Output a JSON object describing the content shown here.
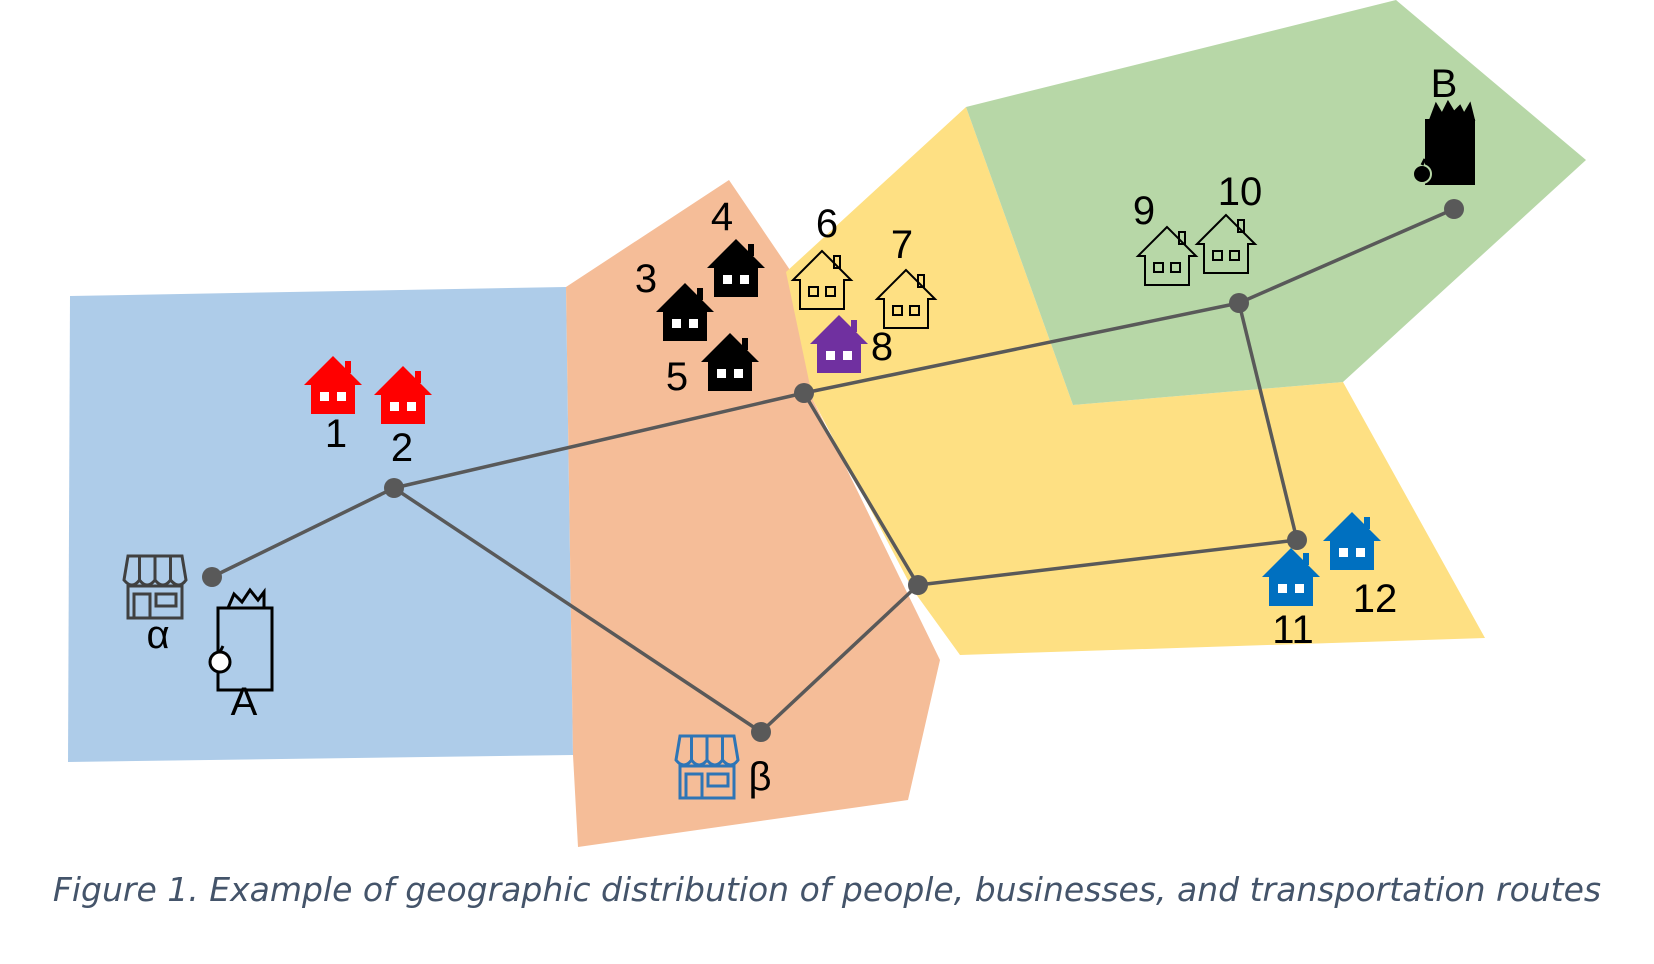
{
  "colors": {
    "region_blue": "#aecce9",
    "region_orange": "#f5bd98",
    "region_yellow": "#fee083",
    "region_green": "#b7d7a7",
    "route": "#595959",
    "house_red": "#ff0000",
    "house_black": "#000000",
    "house_outline": "#000000",
    "house_purple": "#7030a0",
    "house_blue": "#0070c0",
    "store_outline": "#404040",
    "store_beta_outline": "#2e75b6",
    "caption": "#44546a"
  },
  "houses": [
    {
      "label": "1",
      "color": "house_red",
      "style": "filled"
    },
    {
      "label": "2",
      "color": "house_red",
      "style": "filled"
    },
    {
      "label": "3",
      "color": "house_black",
      "style": "filled"
    },
    {
      "label": "4",
      "color": "house_black",
      "style": "filled"
    },
    {
      "label": "5",
      "color": "house_black",
      "style": "filled"
    },
    {
      "label": "6",
      "color": "house_outline",
      "style": "outline"
    },
    {
      "label": "7",
      "color": "house_outline",
      "style": "outline"
    },
    {
      "label": "8",
      "color": "house_purple",
      "style": "filled"
    },
    {
      "label": "9",
      "color": "house_outline",
      "style": "outline"
    },
    {
      "label": "10",
      "color": "house_outline",
      "style": "outline"
    },
    {
      "label": "11",
      "color": "house_blue",
      "style": "filled"
    },
    {
      "label": "12",
      "color": "house_blue",
      "style": "filled"
    }
  ],
  "stores": [
    {
      "label": "α",
      "icon": "storefront-icon"
    },
    {
      "label": "β",
      "icon": "storefront-icon"
    }
  ],
  "groceries": [
    {
      "label": "A",
      "icon": "grocery-bag-icon",
      "style": "outline"
    },
    {
      "label": "B",
      "icon": "grocery-bag-icon",
      "style": "filled"
    }
  ],
  "caption": "Figure 1. Example of geographic distribution of people, businesses, and transportation routes"
}
